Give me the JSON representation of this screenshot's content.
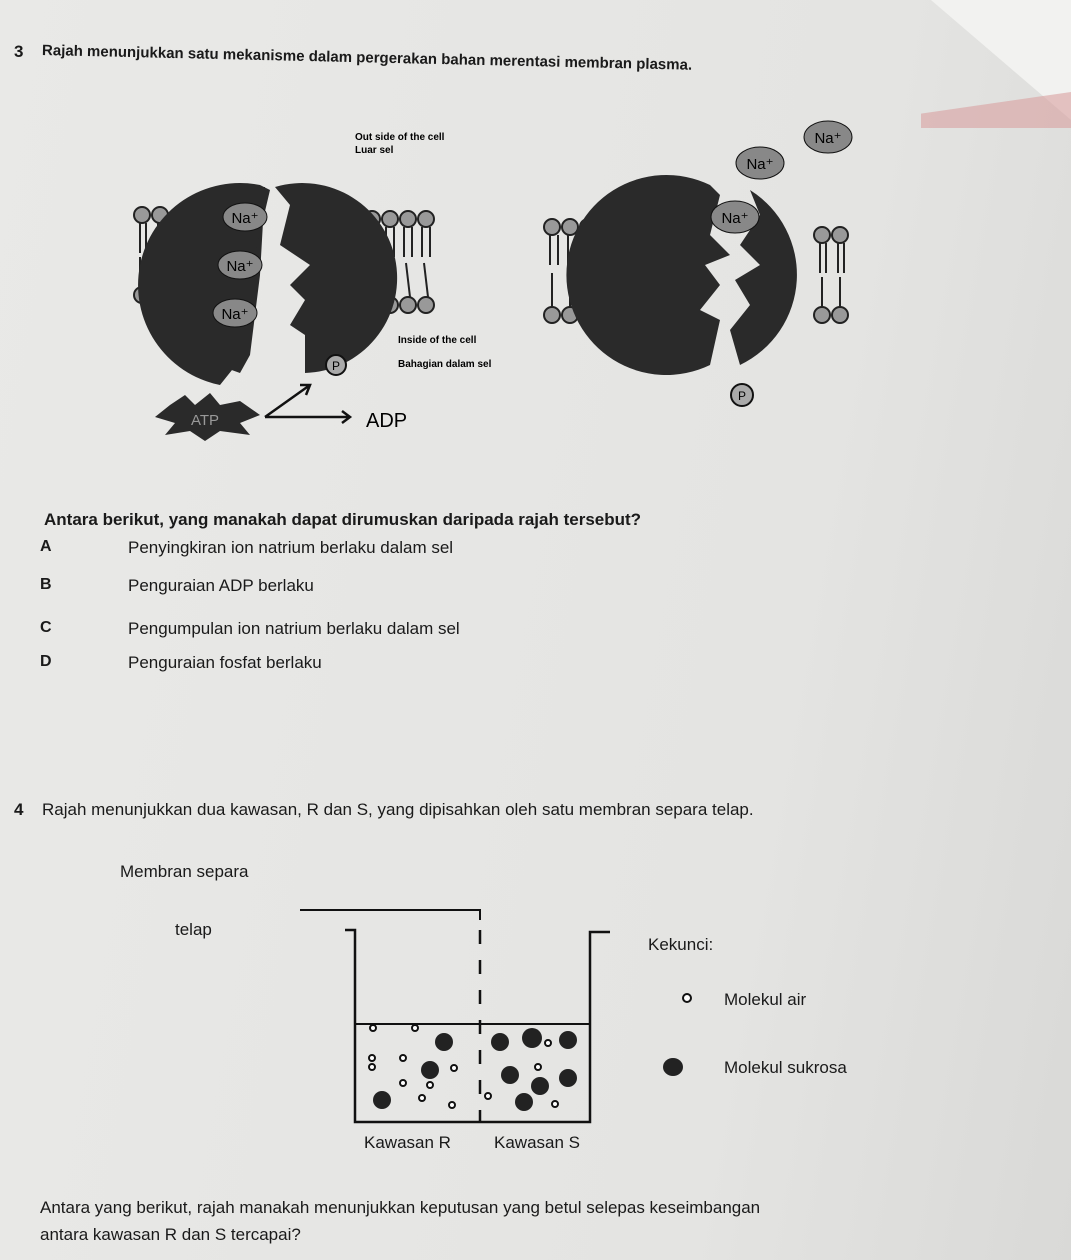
{
  "q3": {
    "number": "3",
    "stem": "Rajah menunjukkan satu mekanisme dalam pergerakan bahan merentasi membran plasma.",
    "diagram": {
      "outside_en": "Out side of the cell",
      "outside_ms": "Luar sel",
      "inside_en": "Inside of the cell",
      "inside_ms": "Bahagian dalam sel",
      "ion": "Na⁺",
      "phosphate": "P",
      "atp": "ATP",
      "adp": "ADP"
    },
    "question": "Antara berikut, yang manakah dapat dirumuskan daripada rajah tersebut?",
    "options": [
      {
        "letter": "A",
        "text": "Penyingkiran ion natrium berlaku dalam sel"
      },
      {
        "letter": "B",
        "text": "Penguraian ADP berlaku"
      },
      {
        "letter": "C",
        "text": "Pengumpulan ion natrium berlaku dalam sel"
      },
      {
        "letter": "D",
        "text": "Penguraian fosfat berlaku"
      }
    ]
  },
  "q4": {
    "number": "4",
    "stem": "Rajah menunjukkan dua kawasan, R dan S, yang dipisahkan oleh satu membran separa telap.",
    "diagram": {
      "membrane_label_1": "Membran separa",
      "membrane_label_2": "telap",
      "key_title": "Kekunci:",
      "key_water": "Molekul air",
      "key_sucrose": "Molekul sukrosa",
      "region_r": "Kawasan R",
      "region_s": "Kawasan S"
    },
    "question_line1": "Antara yang berikut, rajah manakah menunjukkan keputusan yang betul selepas keseimbangan",
    "question_line2": "antara kawasan R dan S tercapai?"
  }
}
